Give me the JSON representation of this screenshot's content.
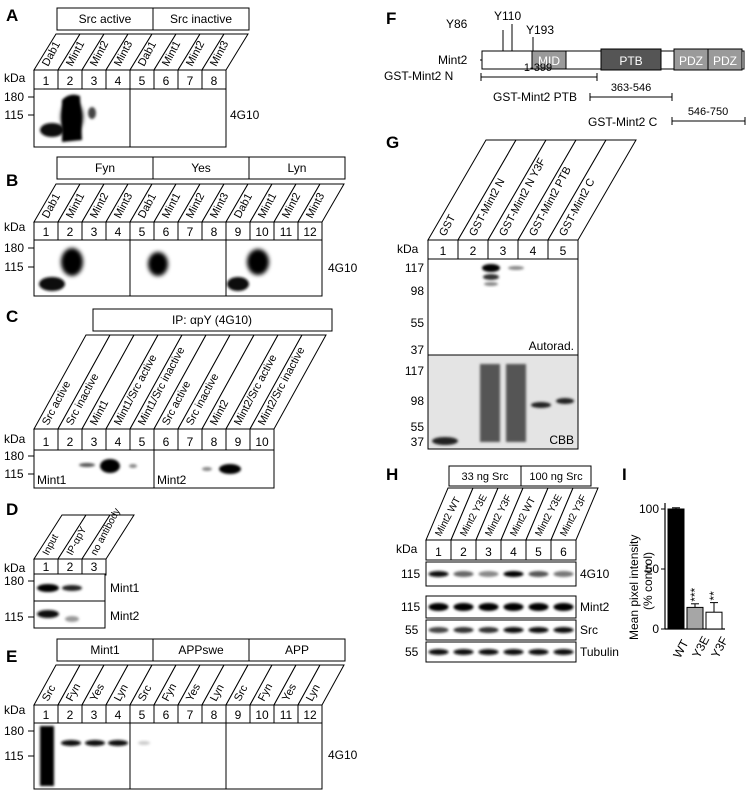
{
  "panels": {
    "A": {
      "letter": "A",
      "groups": [
        "Src active",
        "Src inactive"
      ],
      "lanes": [
        "Dab1",
        "Mint1",
        "Mint2",
        "Mint3",
        "Dab1",
        "Mint1",
        "Mint2",
        "Mint3"
      ],
      "nums": [
        "1",
        "2",
        "3",
        "4",
        "5",
        "6",
        "7",
        "8"
      ],
      "kda": "kDa",
      "markers": [
        "180",
        "115"
      ],
      "antibody": "4G10"
    },
    "B": {
      "letter": "B",
      "groups": [
        "Fyn",
        "Yes",
        "Lyn"
      ],
      "lanes": [
        "Dab1",
        "Mint1",
        "Mint2",
        "Mint3",
        "Dab1",
        "Mint1",
        "Mint2",
        "Mint3",
        "Dab1",
        "Mint1",
        "Mint2",
        "Mint3"
      ],
      "nums": [
        "1",
        "2",
        "3",
        "4",
        "5",
        "6",
        "7",
        "8",
        "9",
        "10",
        "11",
        "12"
      ],
      "kda": "kDa",
      "markers": [
        "180",
        "115"
      ],
      "antibody": "4G10"
    },
    "C": {
      "letter": "C",
      "group": "IP: αpY (4G10)",
      "lanes": [
        "Src active",
        "Src inactive",
        "Mint1",
        "Mint1/Src active",
        "Mint1/Src inactive",
        "Src active",
        "Src inactive",
        "Mint2",
        "Mint2/Src active",
        "Mint2/Src inactive"
      ],
      "nums": [
        "1",
        "2",
        "3",
        "4",
        "5",
        "6",
        "7",
        "8",
        "9",
        "10"
      ],
      "kda": "kDa",
      "markers": [
        "180",
        "115"
      ],
      "blot_labels": [
        "Mint1",
        "Mint2"
      ]
    },
    "D": {
      "letter": "D",
      "lanes": [
        "Input",
        "IP-αpY",
        "no antibody"
      ],
      "nums": [
        "1",
        "2",
        "3"
      ],
      "kda": "kDa",
      "markers": [
        "180",
        "115"
      ],
      "blot_labels": [
        "Mint1",
        "Mint2"
      ]
    },
    "E": {
      "letter": "E",
      "groups": [
        "Mint1",
        "APPswe",
        "APP"
      ],
      "lanes": [
        "Src",
        "Fyn",
        "Yes",
        "Lyn",
        "Src",
        "Fyn",
        "Yes",
        "Lyn",
        "Src",
        "Fyn",
        "Yes",
        "Lyn"
      ],
      "nums": [
        "1",
        "2",
        "3",
        "4",
        "5",
        "6",
        "7",
        "8",
        "9",
        "10",
        "11",
        "12"
      ],
      "kda": "kDa",
      "markers": [
        "180",
        "115"
      ],
      "antibody": "4G10"
    },
    "F": {
      "letter": "F",
      "protein": "Mint2",
      "sites": [
        "Y86",
        "Y110",
        "Y193"
      ],
      "domains": [
        "MID",
        "PTB",
        "PDZ",
        "PDZ"
      ],
      "constructs": [
        {
          "name": "GST-Mint2 N",
          "range": "1-399"
        },
        {
          "name": "GST-Mint2 PTB",
          "range": "363-546"
        },
        {
          "name": "GST-Mint2 C",
          "range": "546-750"
        }
      ]
    },
    "G": {
      "letter": "G",
      "lanes": [
        "GST",
        "GST-Mint2 N",
        "GST-Mint2 N Y3F",
        "GST-Mint2 PTB",
        "GST-Mint2 C"
      ],
      "nums": [
        "1",
        "2",
        "3",
        "4",
        "5"
      ],
      "kda": "kDa",
      "markers_top": [
        "117",
        "98",
        "55",
        "37"
      ],
      "markers_bottom": [
        "117",
        "98",
        "55",
        "37"
      ],
      "top_label": "Autorad.",
      "bottom_label": "CBB"
    },
    "H": {
      "letter": "H",
      "groups": [
        "33 ng Src",
        "100 ng Src"
      ],
      "lanes": [
        "Mint2 WT",
        "Mint2 Y3E",
        "Mint2 Y3F",
        "Mint2 WT",
        "Mint2 Y3E",
        "Mint2 Y3F"
      ],
      "nums": [
        "1",
        "2",
        "3",
        "4",
        "5",
        "6"
      ],
      "kda": "kDa",
      "markers": [
        "115",
        "115",
        "55",
        "55"
      ],
      "blot_labels": [
        "4G10",
        "Mint2",
        "Src",
        "Tubulin"
      ]
    },
    "I": {
      "letter": "I",
      "ylabel_1": "Mean pixel intensity",
      "ylabel_2": "(% control)",
      "sig": [
        "***",
        "**"
      ]
    }
  },
  "chart_data": {
    "type": "bar",
    "categories": [
      "WT",
      "Y3E",
      "Y3F"
    ],
    "values": [
      100,
      18,
      14
    ],
    "errors": [
      1,
      3,
      8
    ],
    "colors": [
      "#000000",
      "#a6a6a6",
      "#ffffff"
    ],
    "ylabel": "Mean pixel intensity (% control)",
    "ylim": [
      0,
      100
    ],
    "yticks": [
      "0",
      "50",
      "100"
    ]
  }
}
